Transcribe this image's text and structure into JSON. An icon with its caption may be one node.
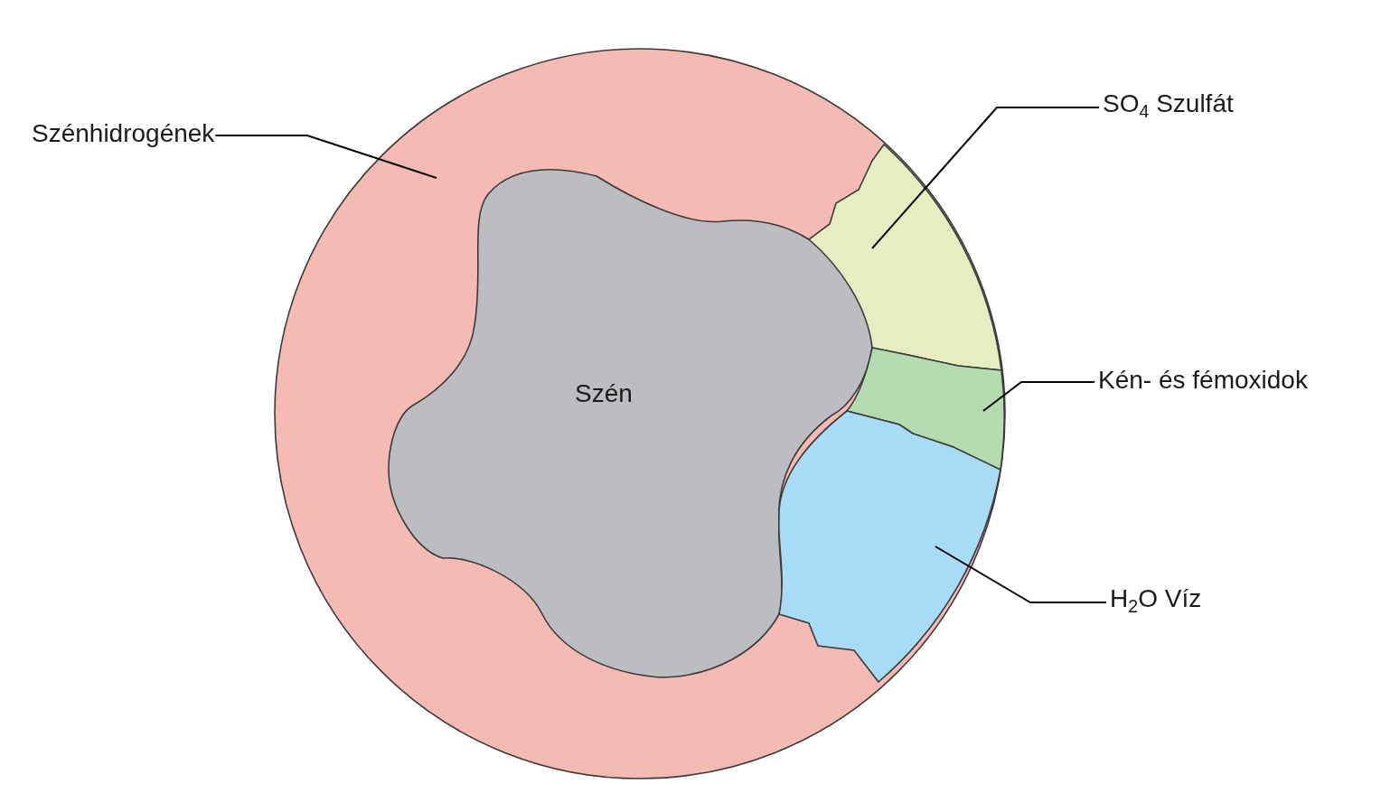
{
  "diagram": {
    "nodes": [
      {
        "text": [],
        "shape": "circle"
      },
      {
        "text": [
          "Szén"
        ],
        "in": 0
      },
      {
        "text": [],
        "shape": "region",
        "in": 0
      },
      {
        "text": [],
        "shape": "region",
        "in": 0
      },
      {
        "text": [],
        "shape": "region",
        "in": 0
      },
      {
        "text": [
          "Szénhidrogének"
        ]
      },
      {
        "text": [
          "SO$_{4}$ Szulfát"
        ]
      },
      {
        "text": [
          "Kén- és fémoxidok"
        ]
      },
      {
        "text": [
          "H$_{2}$O Víz"
        ]
      }
    ],
    "edges": [
      {
        "from": 5,
        "to": 0,
        "arrow": "none"
      },
      {
        "from": 6,
        "to": 2,
        "arrow": "none"
      },
      {
        "from": 7,
        "to": 3,
        "arrow": "none"
      },
      {
        "from": 8,
        "to": 4,
        "arrow": "none"
      }
    ]
  }
}
